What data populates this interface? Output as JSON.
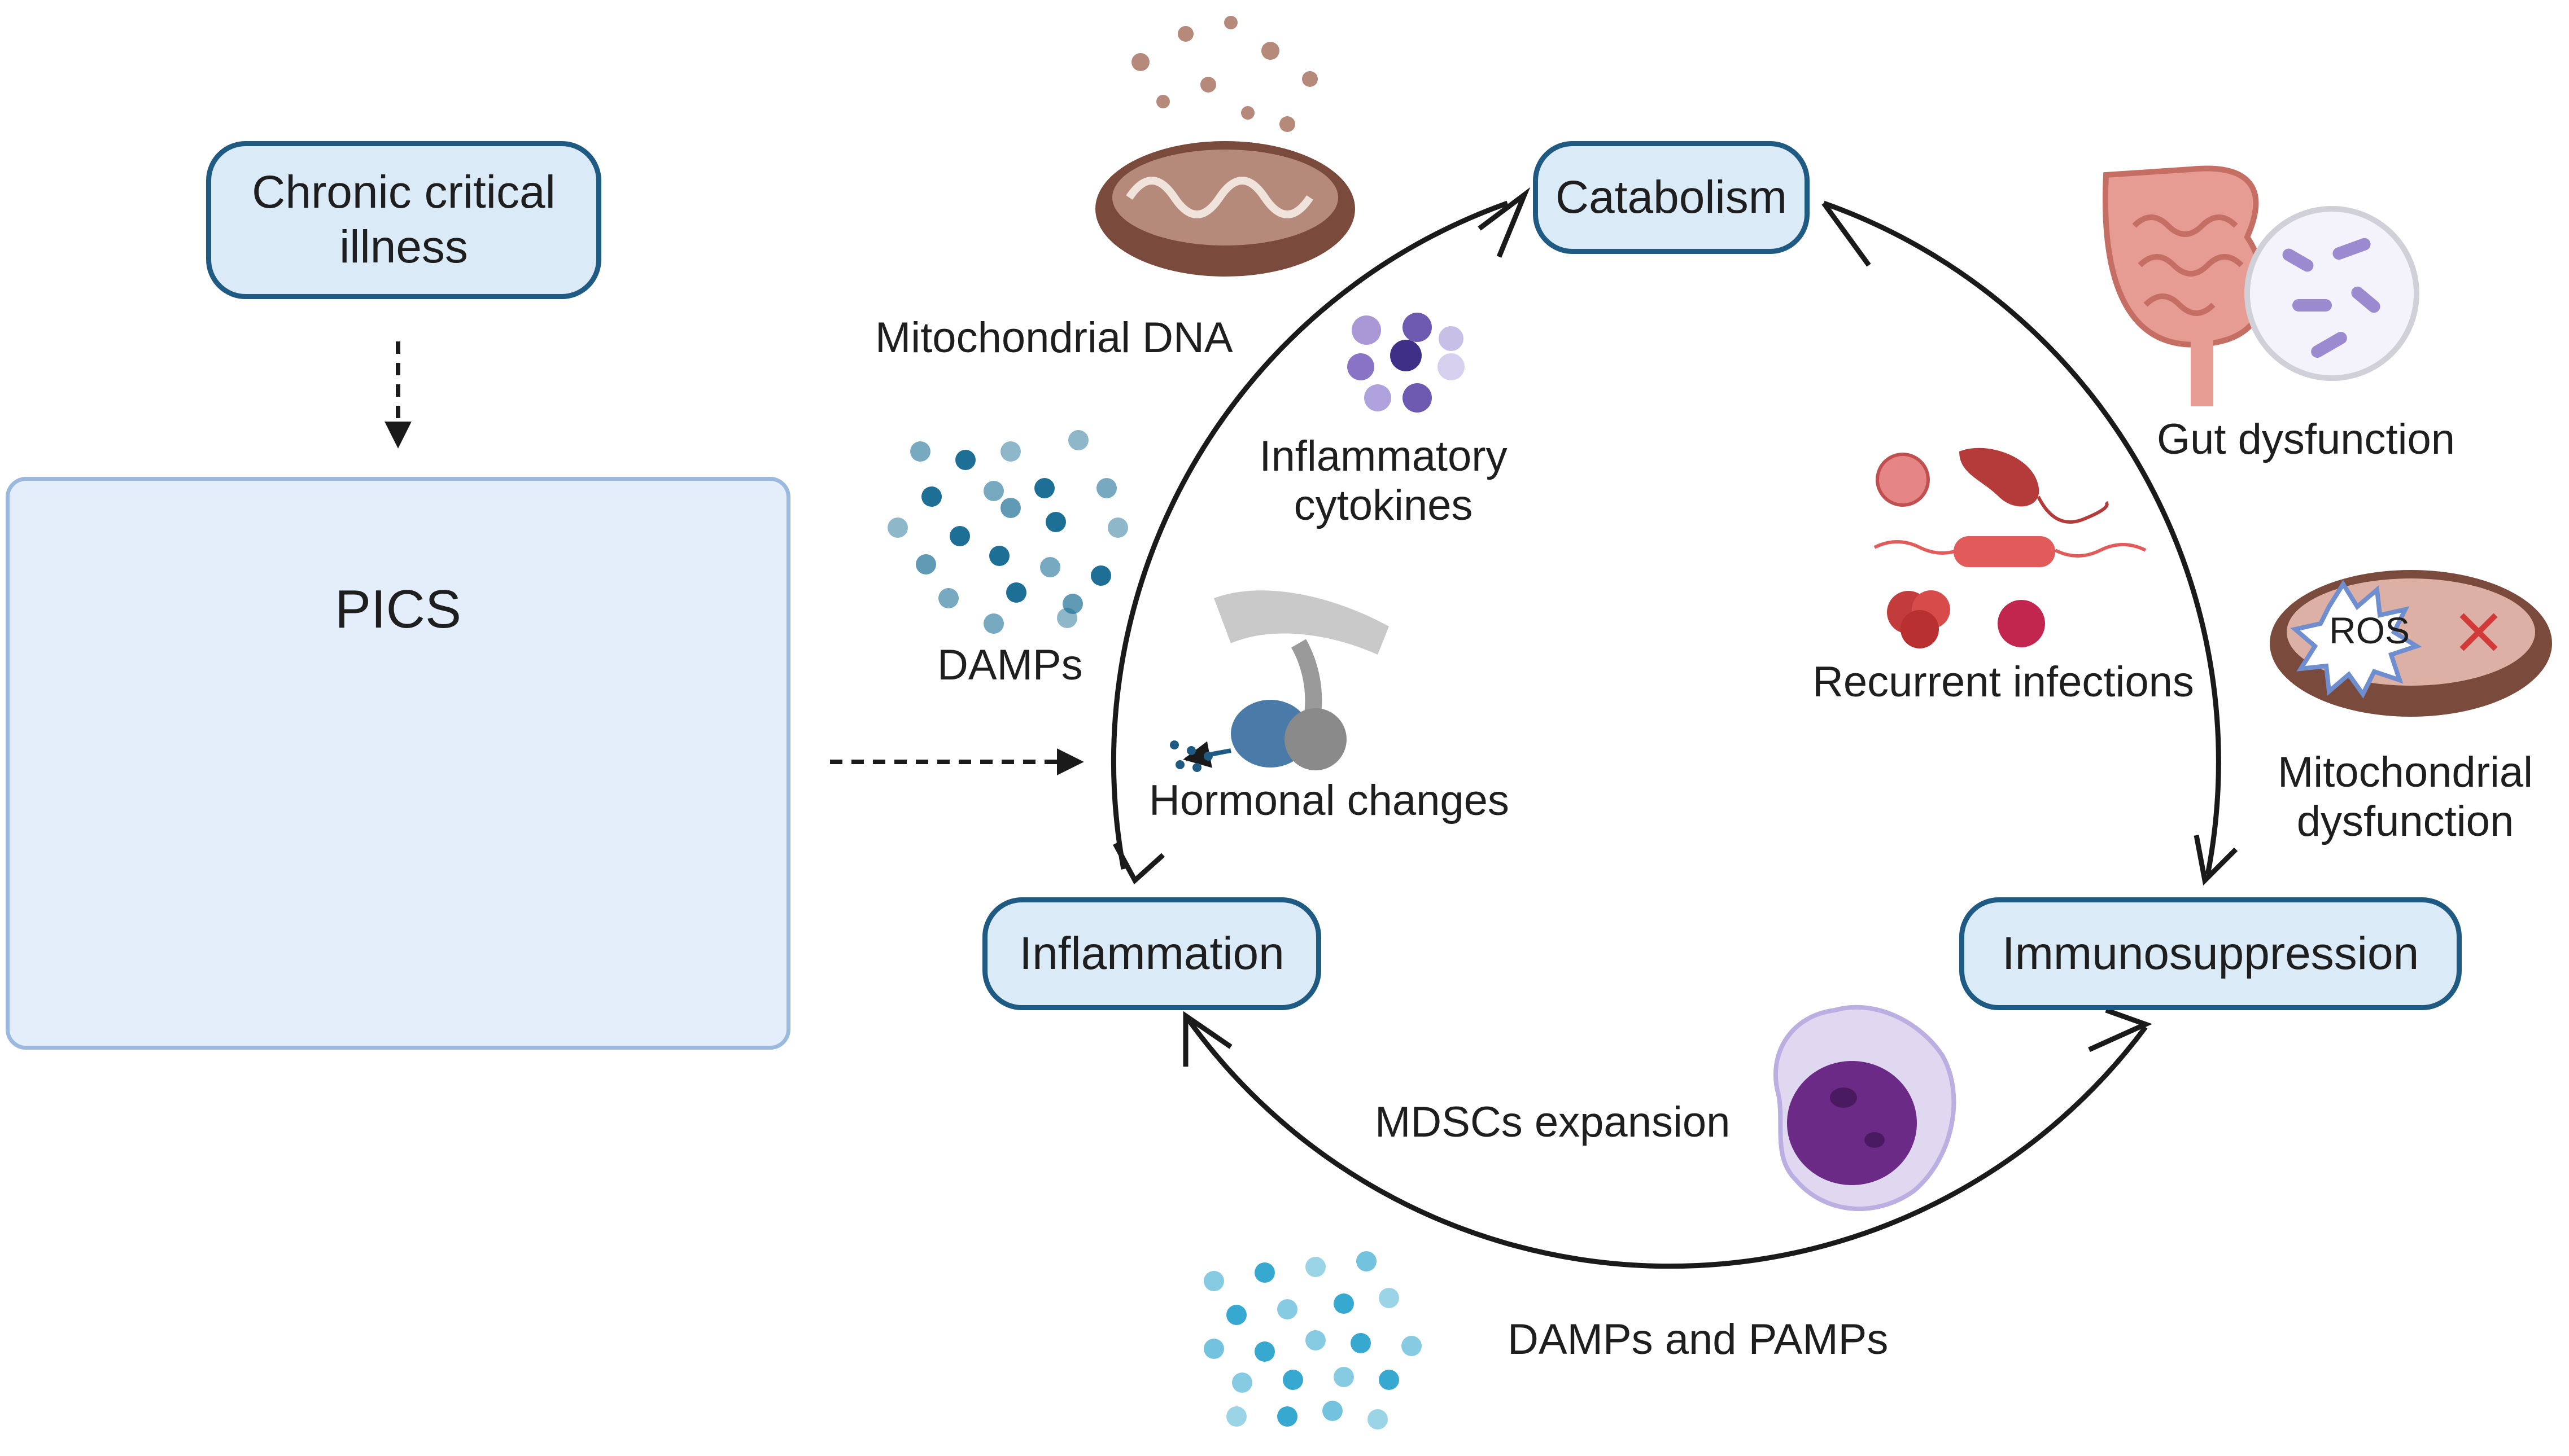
{
  "nodes": {
    "chronic": "Chronic critical\nillness",
    "pics": "PICS",
    "catabolism": "Catabolism",
    "inflammation": "Inflammation",
    "immunosuppression": "Immunosuppression"
  },
  "labels": {
    "mito_dna": "Mitochondrial DNA",
    "cytokines": "Inflammatory\ncytokines",
    "damps": "DAMPs",
    "hormonal": "Hormonal changes",
    "gut": "Gut dysfunction",
    "infections": "Recurrent infections",
    "ros": "ROS",
    "mito_dys": "Mitochondrial\ndysfunction",
    "mdscs": "MDSCs expansion",
    "damps_pamps": "DAMPs and PAMPs"
  },
  "colors": {
    "node_fill": "#dbeaf7",
    "node_border": "#1f5a82",
    "arrow": "#1a1a1a",
    "panel_fill": "#e3eefa",
    "damp_dots": "#1d6f96",
    "cytokine_dots": "#7e6cb6",
    "mdsc": "#6b2a86"
  },
  "icons": [
    "mitochondrion-icon",
    "cytokine-dots-icon",
    "damp-dots-icon",
    "pituitary-icon",
    "intestine-icon",
    "pathogens-icon",
    "mitochondrion-ros-icon",
    "mdsc-cell-icon",
    "patient-bed-icon"
  ]
}
